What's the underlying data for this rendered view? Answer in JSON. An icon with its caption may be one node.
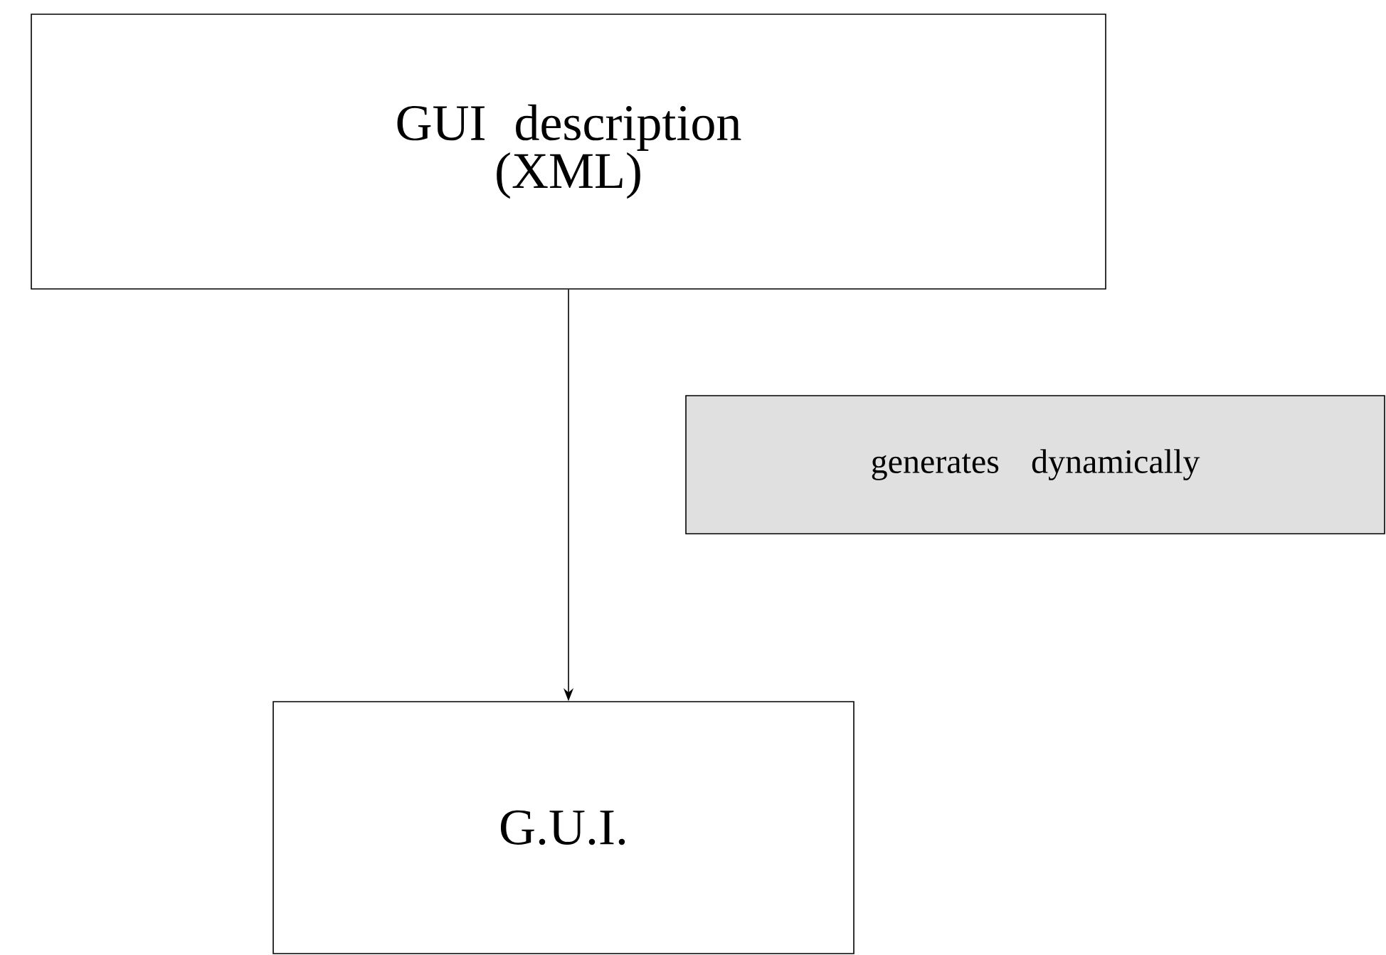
{
  "diagram": {
    "nodes": [
      {
        "text": [
          "GUI description (XML)"
        ]
      },
      {
        "text": [
          "G.U.I."
        ]
      },
      {
        "text": [
          "generates dynamically"
        ]
      }
    ],
    "edges": [
      {
        "from": 0,
        "to": 1,
        "arrow": "to"
      }
    ]
  }
}
